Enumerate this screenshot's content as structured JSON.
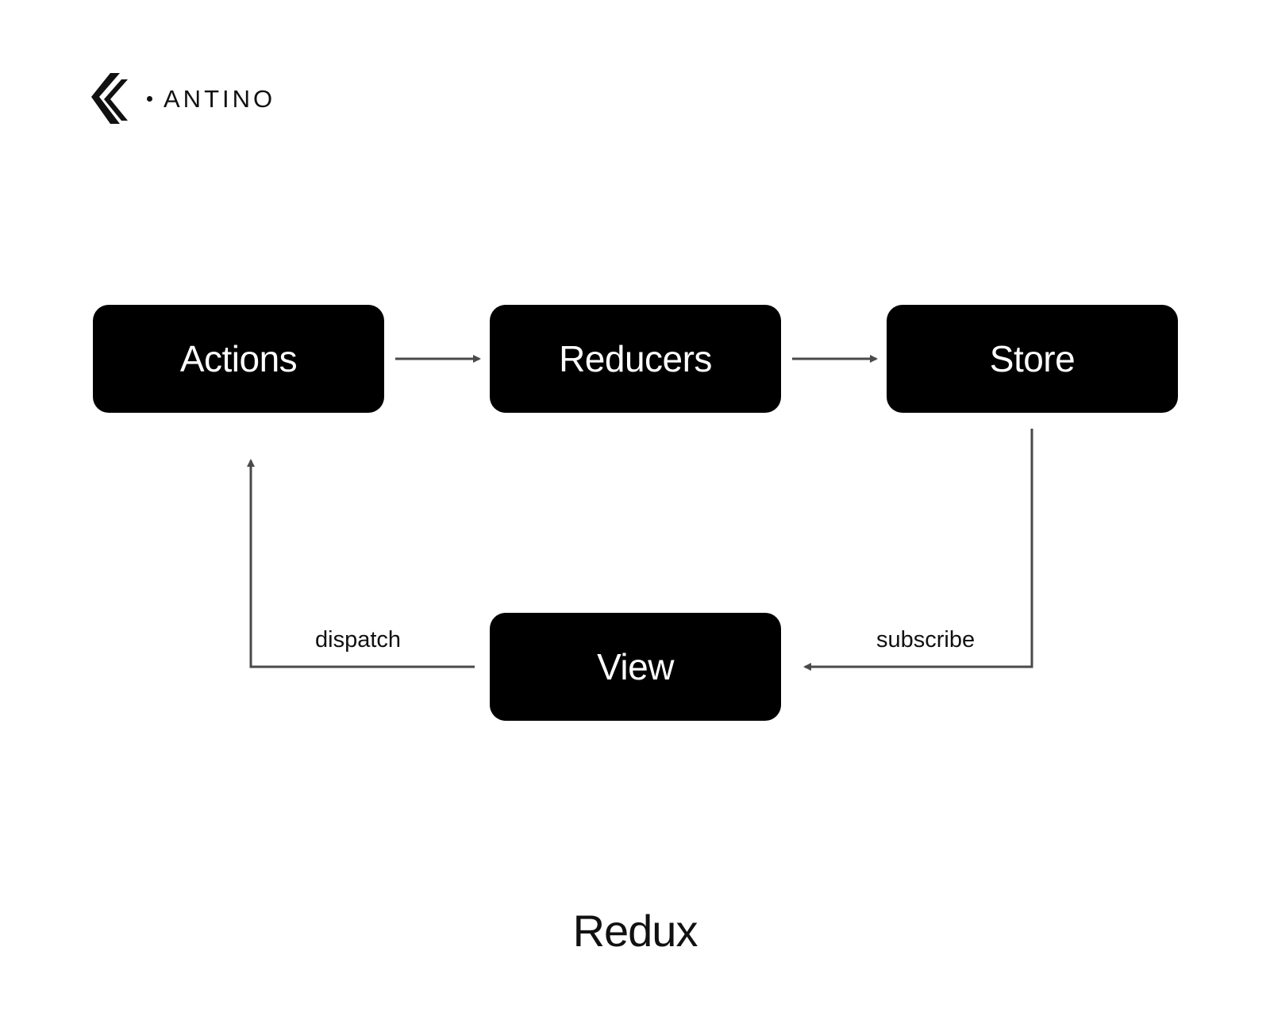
{
  "logo": {
    "text": "ANTINO",
    "icon": "antino-chevron-logo-icon"
  },
  "nodes": {
    "actions": "Actions",
    "reducers": "Reducers",
    "store": "Store",
    "view": "View"
  },
  "edges": [
    {
      "from": "Actions",
      "to": "Reducers",
      "label": ""
    },
    {
      "from": "Reducers",
      "to": "Store",
      "label": ""
    },
    {
      "from": "Store",
      "to": "View",
      "label": "subscribe"
    },
    {
      "from": "View",
      "to": "Actions",
      "label": "dispatch"
    }
  ],
  "labels": {
    "dispatch": "dispatch",
    "subscribe": "subscribe"
  },
  "title": "Redux",
  "colors": {
    "node_fill": "#000000",
    "node_text": "#ffffff",
    "connector": "#4a4a4a",
    "background": "#ffffff"
  }
}
